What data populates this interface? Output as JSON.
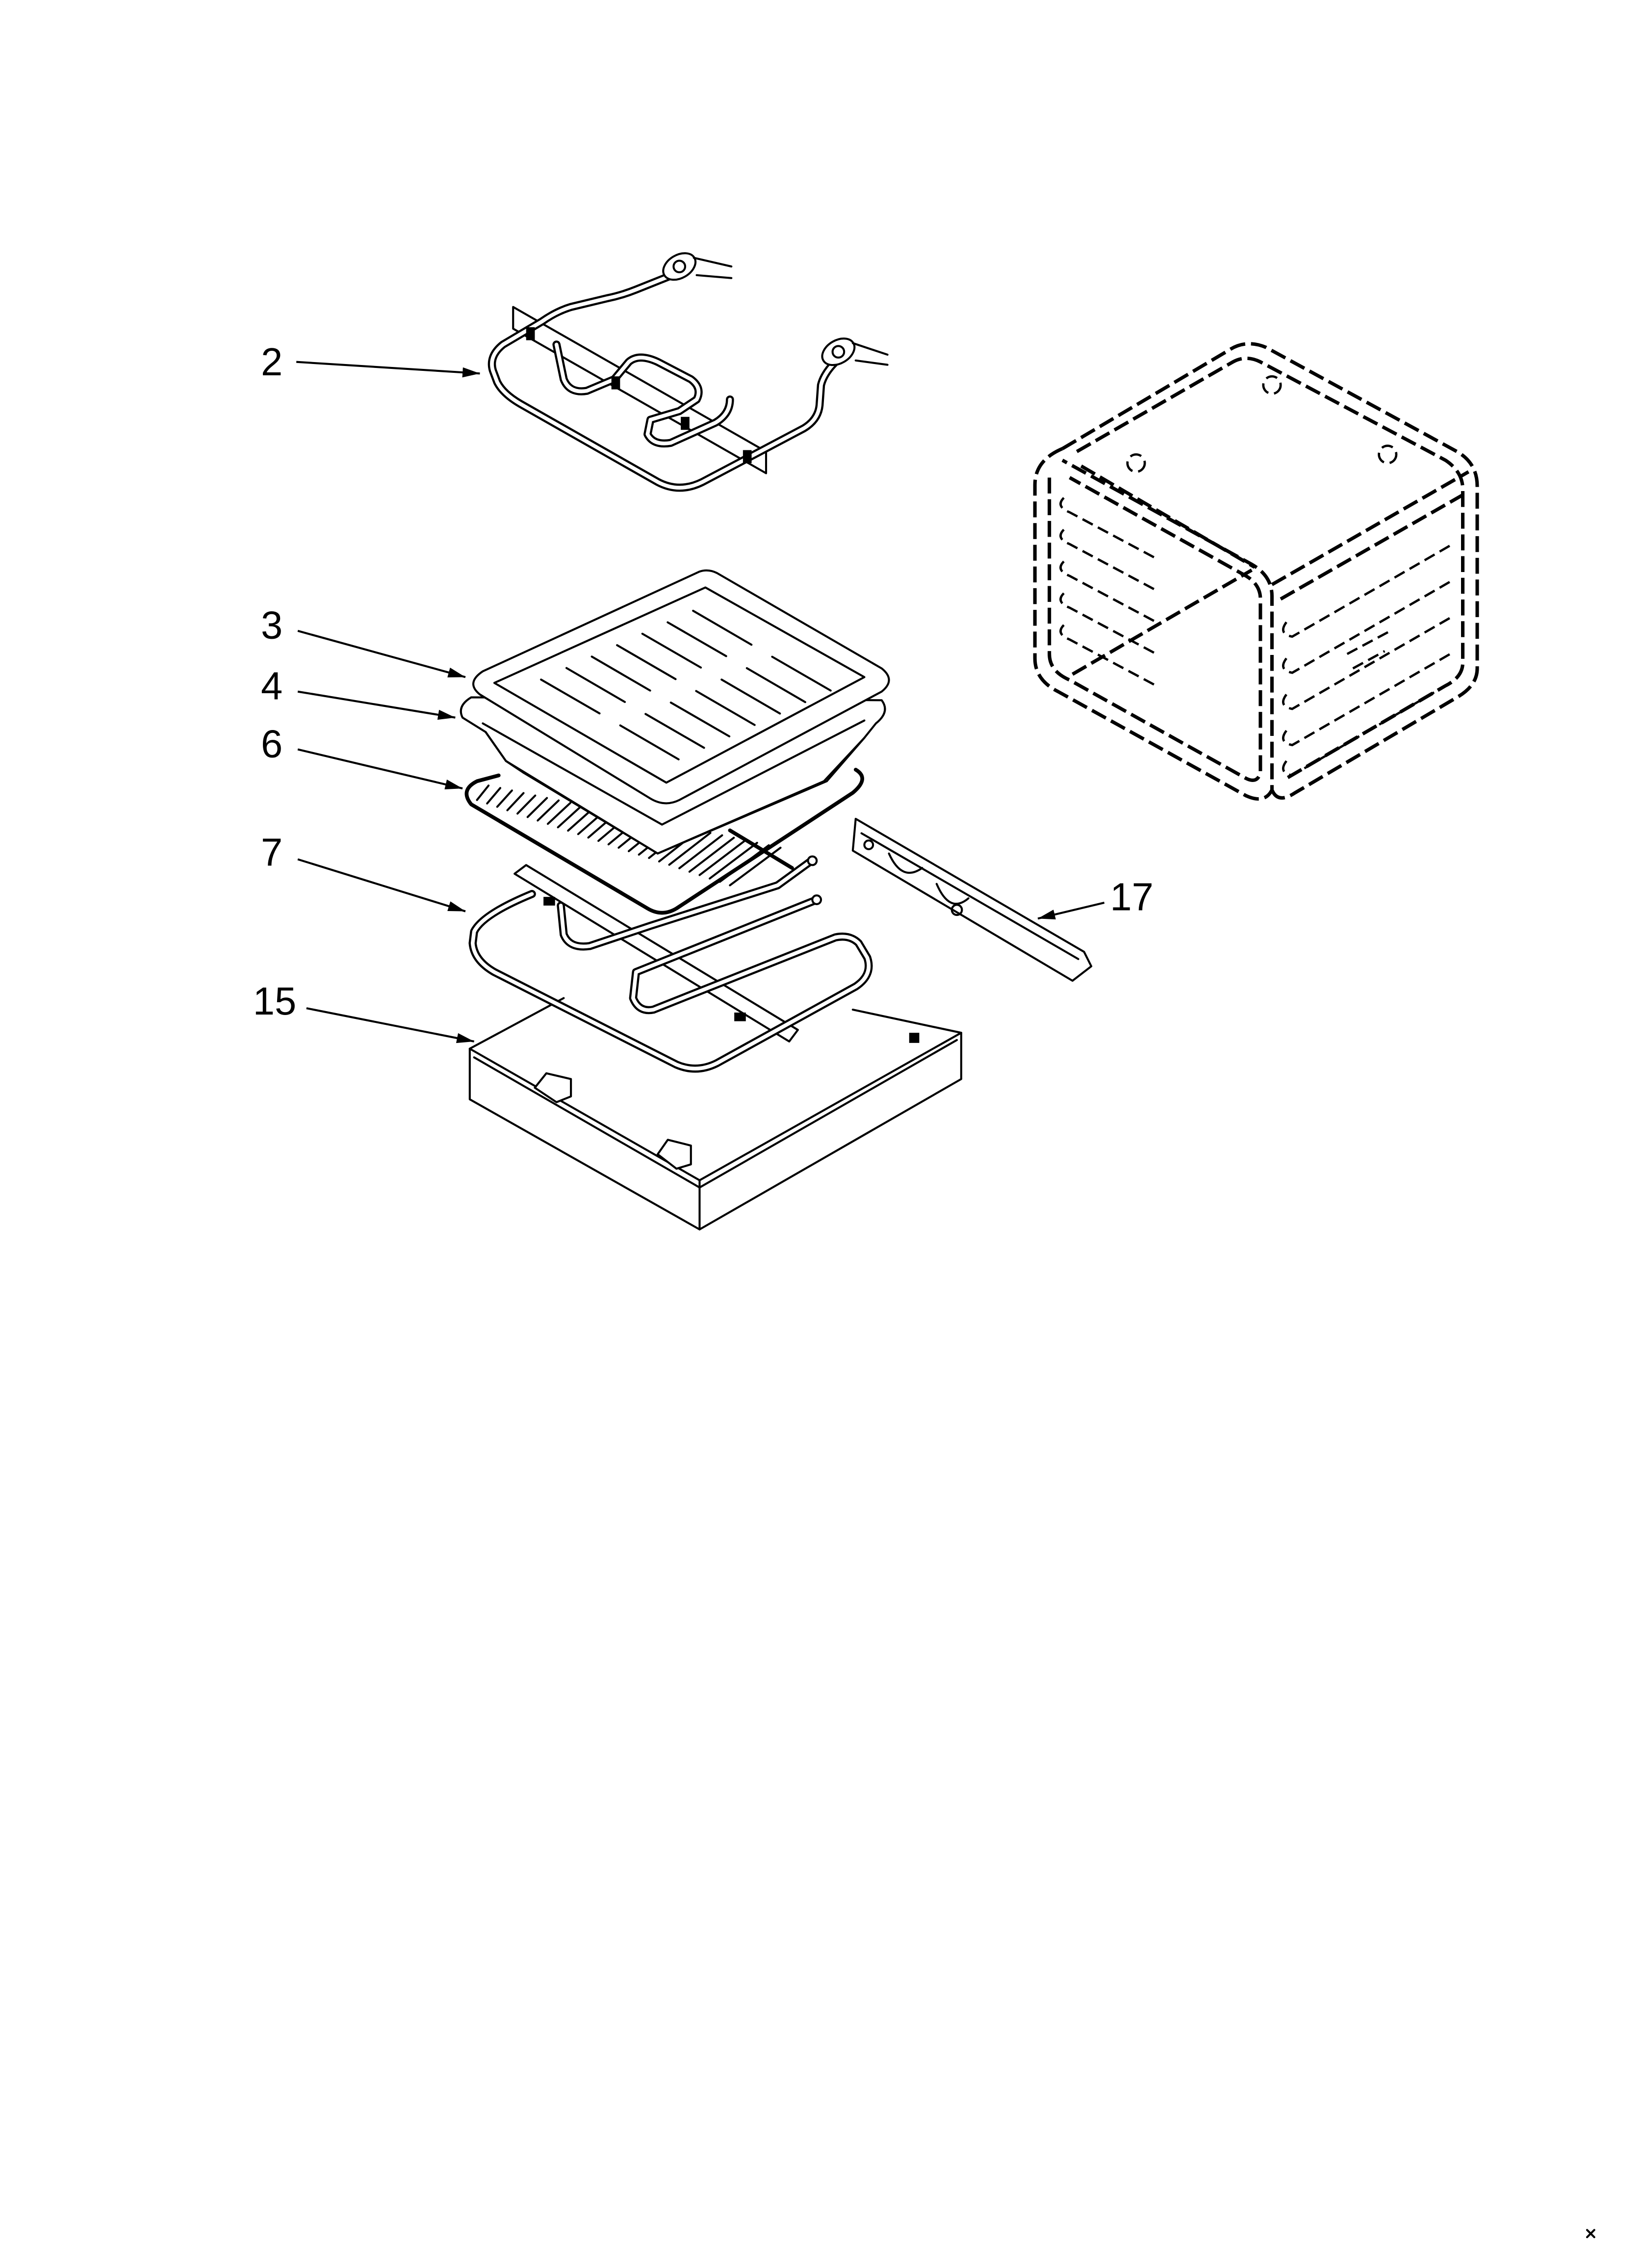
{
  "colors": {
    "ink": "#000000",
    "background": "#ffffff"
  },
  "callouts": {
    "part_2": "2",
    "part_3": "3",
    "part_4": "4",
    "part_6": "6",
    "part_7": "7",
    "part_15": "15",
    "part_17": "17"
  }
}
